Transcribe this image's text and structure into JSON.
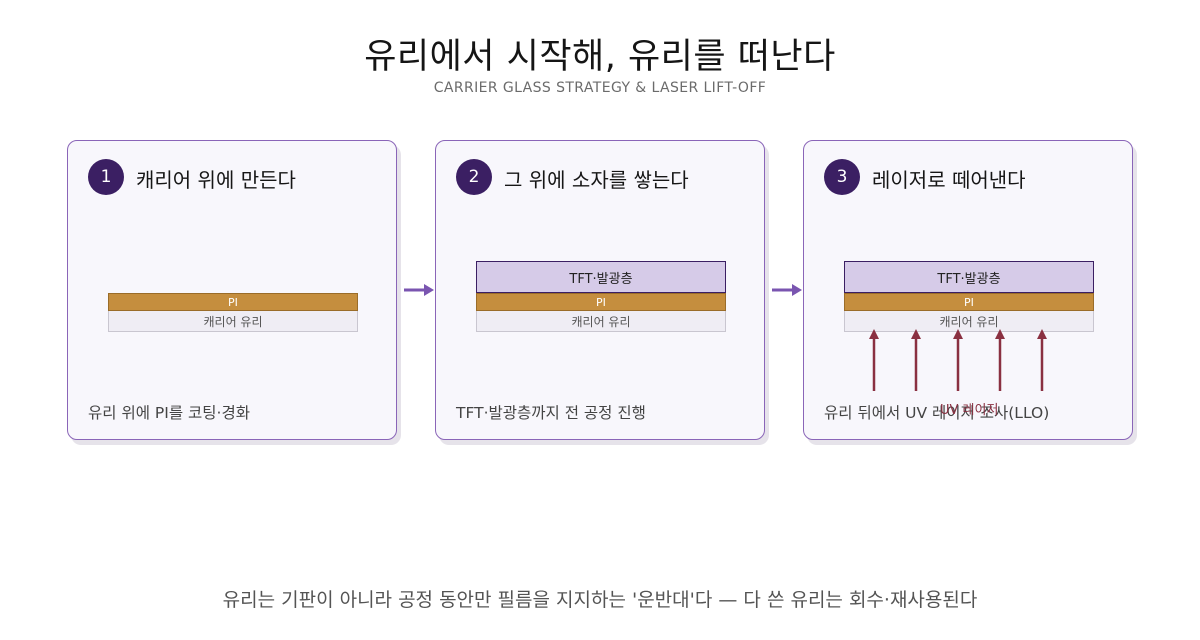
{
  "header": {
    "title": "유리에서 시작해, 유리를 떠난다",
    "subtitle": "CARRIER GLASS STRATEGY & LASER LIFT-OFF"
  },
  "steps": [
    {
      "number": "1",
      "title": "캐리어 위에 만든다",
      "caption": "유리 위에 PI를 코팅·경화",
      "layers": {
        "pi": "PI",
        "glass": "캐리어 유리"
      }
    },
    {
      "number": "2",
      "title": "그 위에 소자를 쌓는다",
      "caption": "TFT·발광층까지 전 공정 진행",
      "layers": {
        "tft": "TFT·발광층",
        "pi": "PI",
        "glass": "캐리어 유리"
      }
    },
    {
      "number": "3",
      "title": "레이저로 떼어낸다",
      "caption": "유리 뒤에서 UV 레이저 조사(LLO)",
      "layers": {
        "tft": "TFT·발광층",
        "pi": "PI",
        "glass": "캐리어 유리"
      },
      "laser_label": "UV 레이저",
      "laser_arrow_count": 5
    }
  ],
  "footer": "유리는 기판이 아니라 공정 동안만 필름을 지지하는 '운반대'다 — 다 쓴 유리는 회수·재사용된다",
  "colors": {
    "accent_purple": "#3b1f63",
    "card_border": "#8a65b8",
    "flow_arrow": "#7a55b0",
    "pi_layer": "#c58e3e",
    "tft_layer": "#d6cbe8",
    "uv_laser": "#8a3041"
  }
}
